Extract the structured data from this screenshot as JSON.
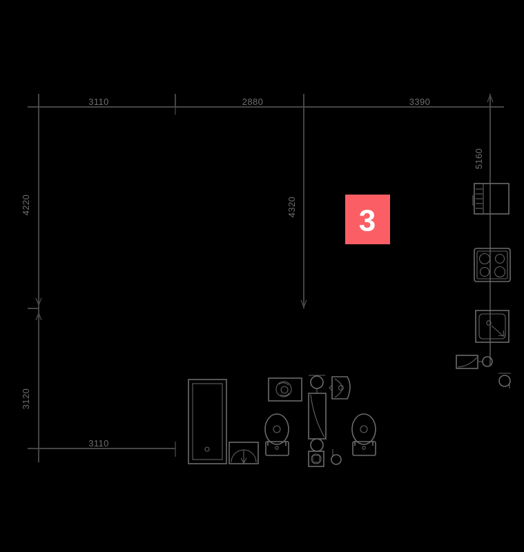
{
  "drawing": {
    "title": "Apartment Floor Plan",
    "background_color": "#000000",
    "line_color": "#6b6b6b",
    "dimension_text_color": "#6e6e6e",
    "units": "mm"
  },
  "room_badge": {
    "label": "3",
    "color": "#fb5f65",
    "text_color": "#ffffff"
  },
  "dimensions": {
    "top": [
      {
        "name": "top-span-left",
        "value": "3110"
      },
      {
        "name": "top-span-middle",
        "value": "2880"
      },
      {
        "name": "top-span-right",
        "value": "3390"
      }
    ],
    "left": [
      {
        "name": "left-span-upper",
        "value": "4220"
      },
      {
        "name": "left-span-lower",
        "value": "3120"
      }
    ],
    "center": [
      {
        "name": "center-span",
        "value": "4320"
      }
    ],
    "right": [
      {
        "name": "right-span",
        "value": "5160"
      }
    ],
    "bottom": [
      {
        "name": "bottom-span-left",
        "value": "3110"
      }
    ]
  },
  "fixtures": [
    {
      "name": "refrigerator",
      "label": "refrigerator"
    },
    {
      "name": "cooktop",
      "label": "cooktop-4-burner"
    },
    {
      "name": "kitchen-sink",
      "label": "kitchen-sink"
    },
    {
      "name": "wall-basin",
      "label": "wall-basin"
    },
    {
      "name": "small-toilet",
      "label": "toilet"
    },
    {
      "name": "bathtub-left",
      "label": "bathtub"
    },
    {
      "name": "door-swing",
      "label": "door-swing"
    },
    {
      "name": "washing-machine",
      "label": "washing-machine"
    },
    {
      "name": "shower-tray",
      "label": "shower-tray"
    },
    {
      "name": "basin-right",
      "label": "basin"
    },
    {
      "name": "toilet-left",
      "label": "toilet"
    },
    {
      "name": "toilet-right",
      "label": "toilet"
    },
    {
      "name": "floor-drain",
      "label": "floor-drain"
    },
    {
      "name": "floor-fixture",
      "label": "floor-fixture"
    }
  ]
}
